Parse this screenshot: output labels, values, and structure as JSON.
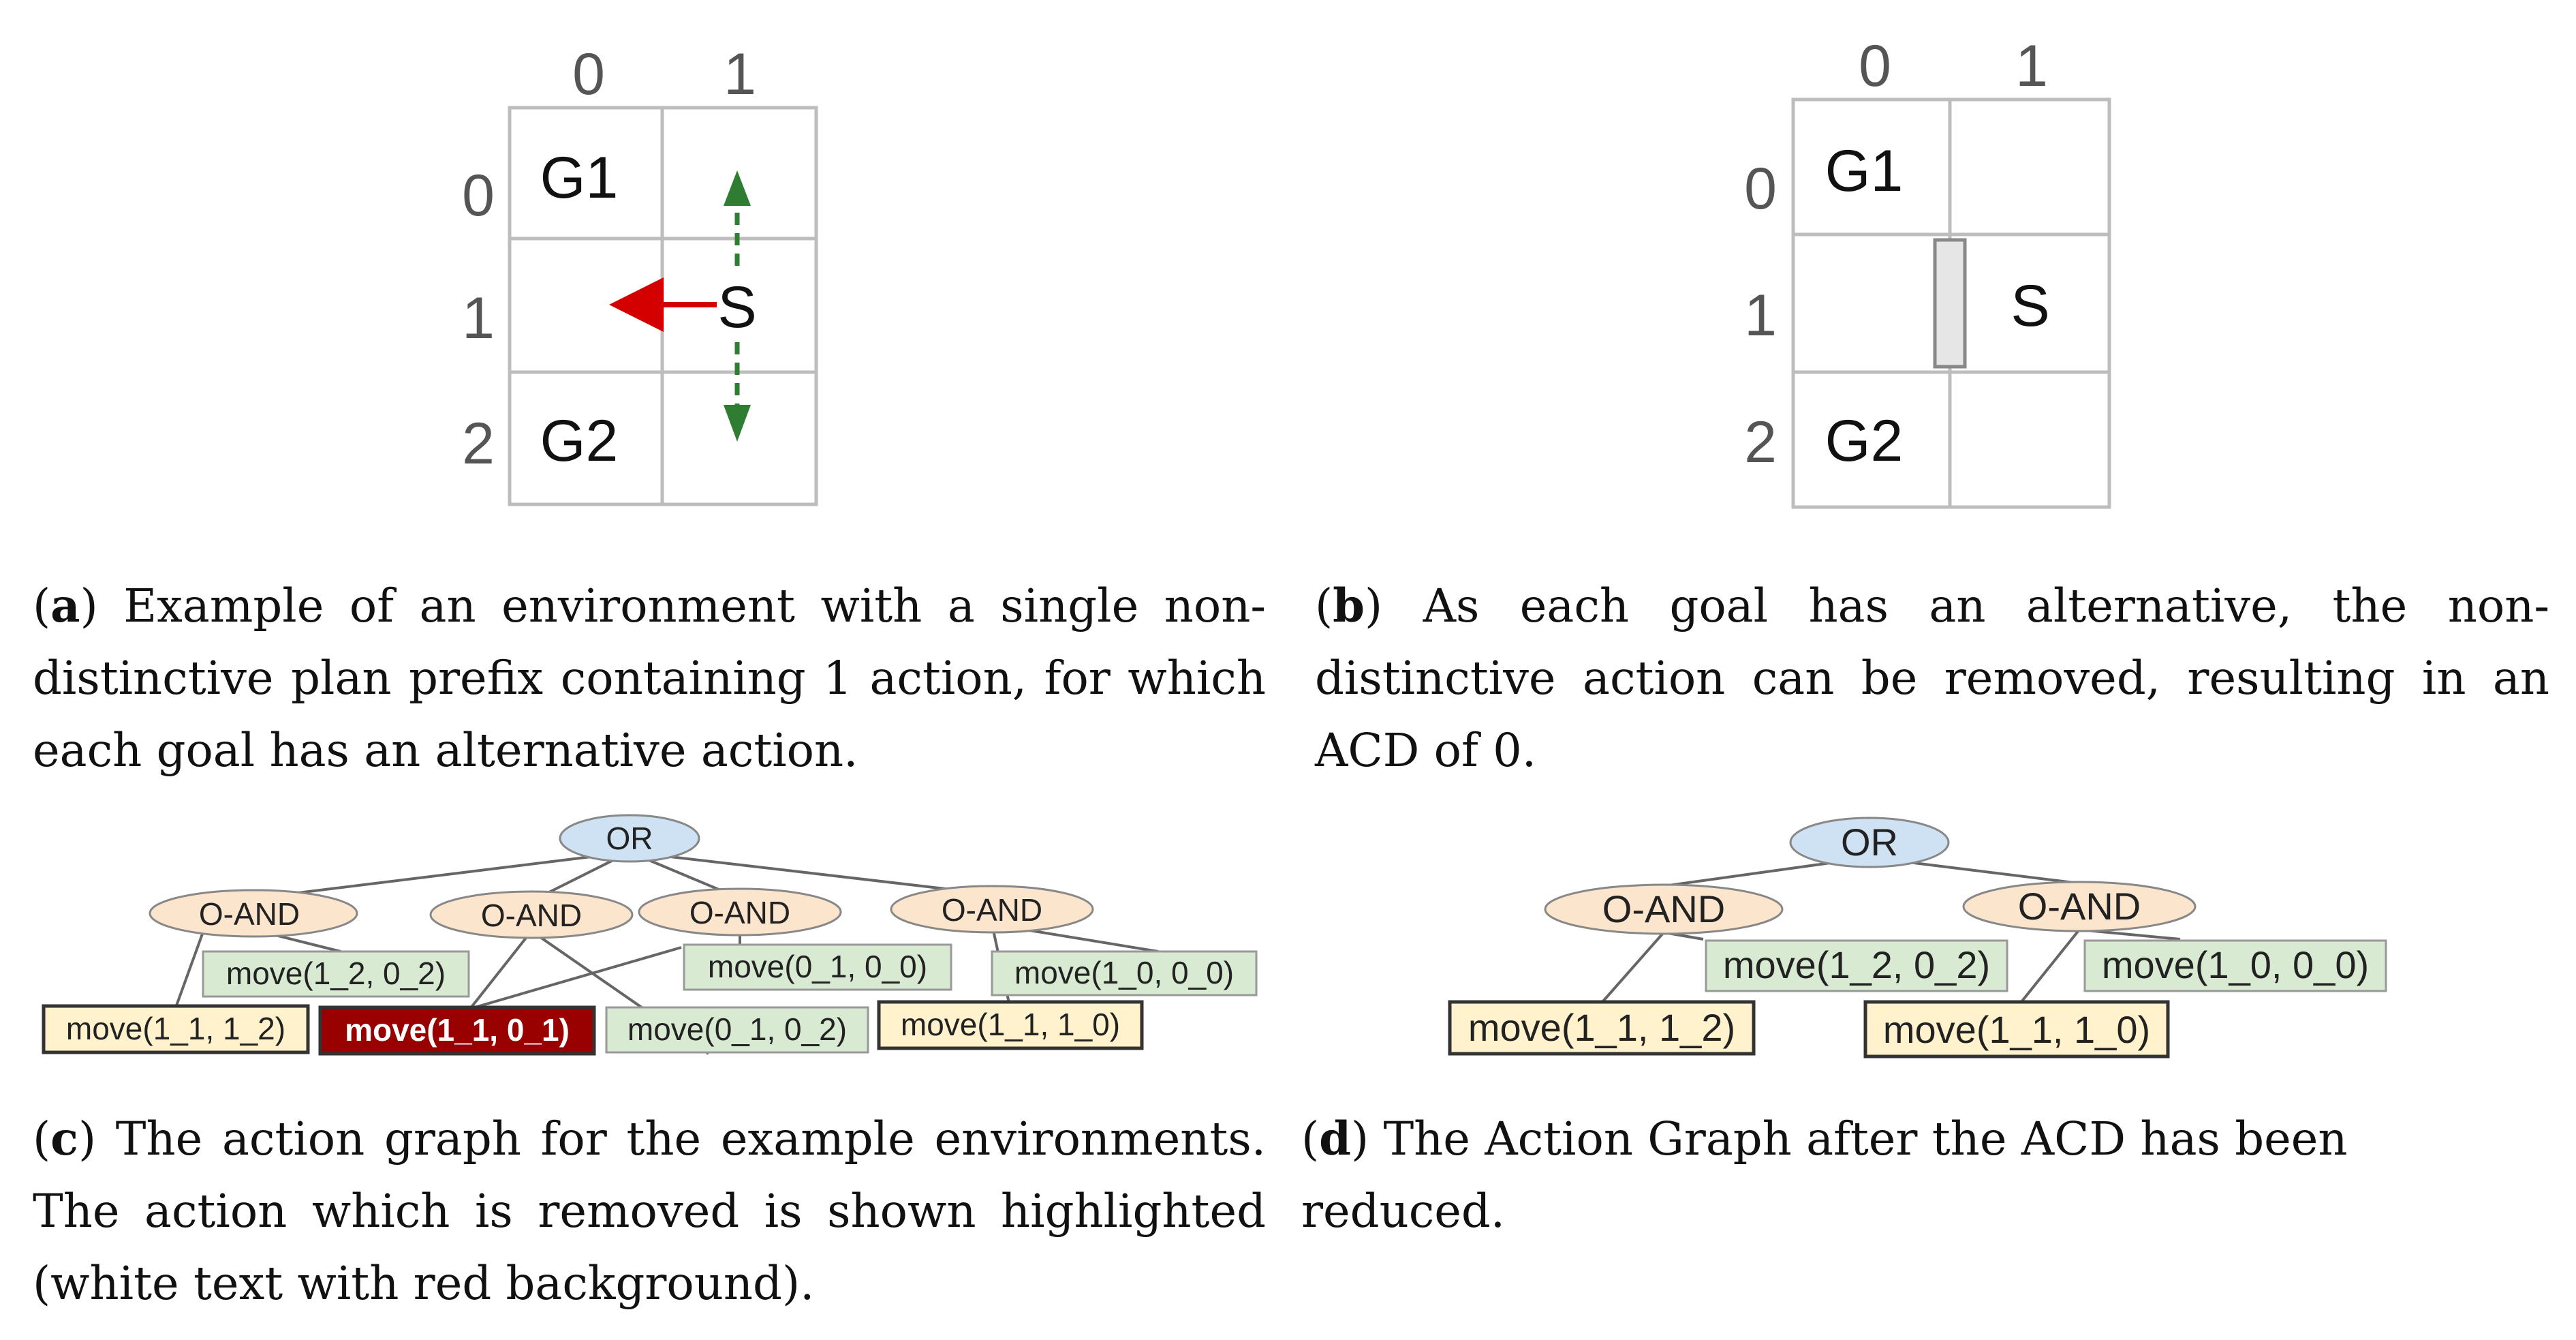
{
  "panel_a": {
    "cols": [
      "0",
      "1"
    ],
    "rows": [
      "0",
      "1",
      "2"
    ],
    "cells": {
      "g1": "G1",
      "g2": "G2",
      "s": "S"
    }
  },
  "panel_b": {
    "cols": [
      "0",
      "1"
    ],
    "rows": [
      "0",
      "1",
      "2"
    ],
    "cells": {
      "g1": "G1",
      "g2": "G2",
      "s": "S"
    }
  },
  "panel_c": {
    "or": "OR",
    "oand": [
      "O-AND",
      "O-AND",
      "O-AND",
      "O-AND"
    ],
    "actions": [
      "move(1_2, 0_2)",
      "move(0_1, 0_0)",
      "move(1_0, 0_0)",
      "move(1_1, 1_2)",
      "move(1_1, 0_1)",
      "move(0_1, 0_2)",
      "move(1_1, 1_0)"
    ]
  },
  "panel_d": {
    "or": "OR",
    "oand": [
      "O-AND",
      "O-AND"
    ],
    "actions": [
      "move(1_2, 0_2)",
      "move(1_0, 0_0)",
      "move(1_1, 1_2)",
      "move(1_1, 1_0)"
    ]
  },
  "captions": {
    "a": {
      "label": "a",
      "open": "(",
      "close": ")",
      "text": " Example of an environment with a single non-distinctive plan prefix containing 1 action, for which each goal has an alternative action."
    },
    "b": {
      "label": "b",
      "open": "(",
      "close": ")",
      "text": " As each goal has an alternative, the non-distinctive action can be removed, resulting in an ACD of 0."
    },
    "c": {
      "label": "c",
      "open": "(",
      "close": ")",
      "text": " The action graph for the example environments. The action which is removed is shown highlighted (white text with red background)."
    },
    "d": {
      "label": "d",
      "open": "(",
      "close": ")",
      "text": " The Action Graph after the ACD has been reduced."
    }
  },
  "colors": {
    "grid": "#bdbdbd",
    "red_arrow": "#d40000",
    "green_arrow": "#2e7d32",
    "or_fill": "#cfe2f3",
    "oand_fill": "#fce5cd",
    "action_green": "#d9ead3",
    "action_yellow": "#fff2cc",
    "removed_fill": "#990000"
  }
}
